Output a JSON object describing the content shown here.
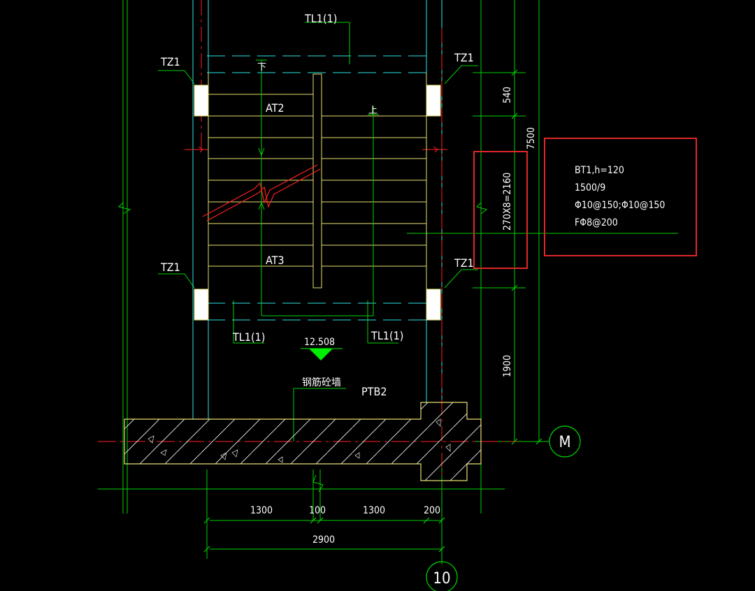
{
  "colors": {
    "background": "#000000",
    "grid_green": "#00d200",
    "cyan": "#2ee6e6",
    "yellow": "#e8e070",
    "white": "#ffffff",
    "red": "#ff2020",
    "highlight_red": "#e02828",
    "symbol_green": "#00ee00"
  },
  "labels": {
    "tl1_top": "TL1(1)",
    "tz1_top_left": "TZ1",
    "tz1_top_right": "TZ1",
    "tz1_bottom_left": "TZ1",
    "tz1_bottom_right": "TZ1",
    "down": "下",
    "up": "上",
    "at2": "AT2",
    "at3": "AT3",
    "tl1_bottom_left": "TL1(1)",
    "tl1_bottom_right": "TL1(1)",
    "elevation": "12.508",
    "wall_note": "钢筋砼墙",
    "ptb2": "PTB2"
  },
  "vertical_dimensions": {
    "d540": "540",
    "d7500": "7500",
    "d_stairs": "270X8=2160",
    "d1900": "1900"
  },
  "horizontal_dimensions": {
    "d1300_left": "1300",
    "d100": "100",
    "d1300_right": "1300",
    "d200": "200",
    "d2900": "2900"
  },
  "axes": {
    "row_axis": "M",
    "column_axis": "10"
  },
  "slab_note": {
    "line1": "BT1,h=120",
    "line2": "1500/9",
    "line3": "Φ10@150;Φ10@150",
    "line4": "FΦ8@200"
  }
}
